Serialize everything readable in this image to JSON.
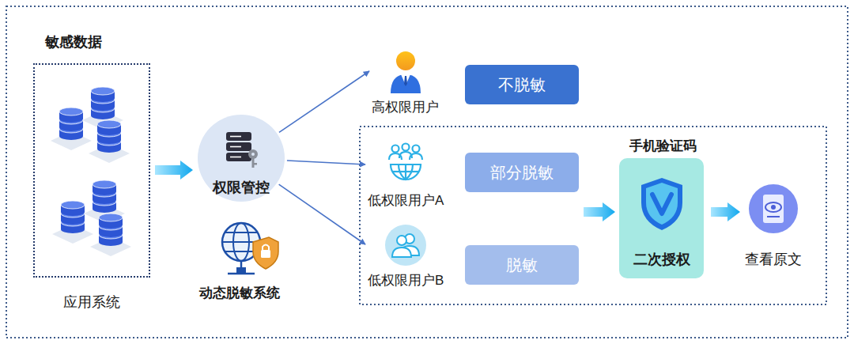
{
  "diagram": {
    "nodes": [
      {
        "text": [
          "敏感数据",
          "应用系统"
        ]
      },
      {
        "text": [
          "权限管控"
        ]
      },
      {
        "text": [
          "高权限用户"
        ]
      },
      {
        "text": [
          "不脱敏"
        ]
      },
      {
        "text": [
          "低权限用户A"
        ]
      },
      {
        "text": [
          "部分脱敏"
        ]
      },
      {
        "text": [
          "低权限用户B"
        ]
      },
      {
        "text": [
          "脱敏"
        ]
      },
      {
        "text": [
          "手机验证码",
          "二次授权"
        ]
      },
      {
        "text": [
          "查看原文"
        ]
      }
    ],
    "edges": [
      {
        "from": 0,
        "to": 1,
        "arrow": "to"
      },
      {
        "from": 1,
        "to": 2,
        "arrow": "to"
      },
      {
        "from": 1,
        "to": 4,
        "arrow": "to"
      },
      {
        "from": 1,
        "to": 6,
        "arrow": "to"
      },
      {
        "from": 8,
        "to": 9,
        "arrow": "to"
      }
    ],
    "labels": [
      "动态脱敏系统"
    ]
  }
}
